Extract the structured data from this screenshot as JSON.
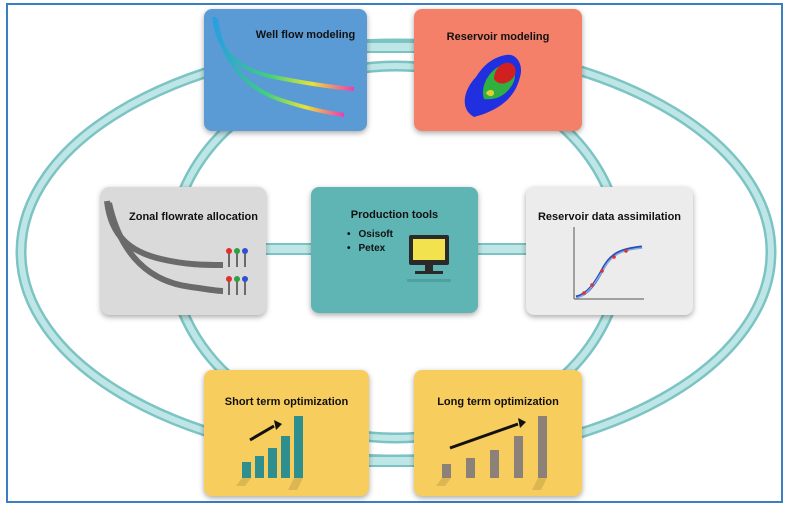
{
  "boxes": {
    "well_flow": {
      "title": "Well flow modeling"
    },
    "reservoir": {
      "title": "Reservoir modeling"
    },
    "zonal": {
      "title": "Zonal flowrate allocation"
    },
    "production": {
      "title": "Production tools",
      "items": [
        "Osisoft",
        "Petex"
      ]
    },
    "assimilation": {
      "title": "Reservoir data assimilation"
    },
    "short_term": {
      "title": "Short term optimization"
    },
    "long_term": {
      "title": "Long term optimization"
    }
  },
  "colors": {
    "ring": "#a8dcdc",
    "ring_edge": "#7cc4c4",
    "frame": "#3a7fc1",
    "well_box": "#5b9bd5",
    "reservoir_box": "#f4806a",
    "zonal_box": "#dadada",
    "production_box": "#5fb4b4",
    "assimilation_box": "#ececec",
    "optimization_box": "#f7cd5e"
  }
}
